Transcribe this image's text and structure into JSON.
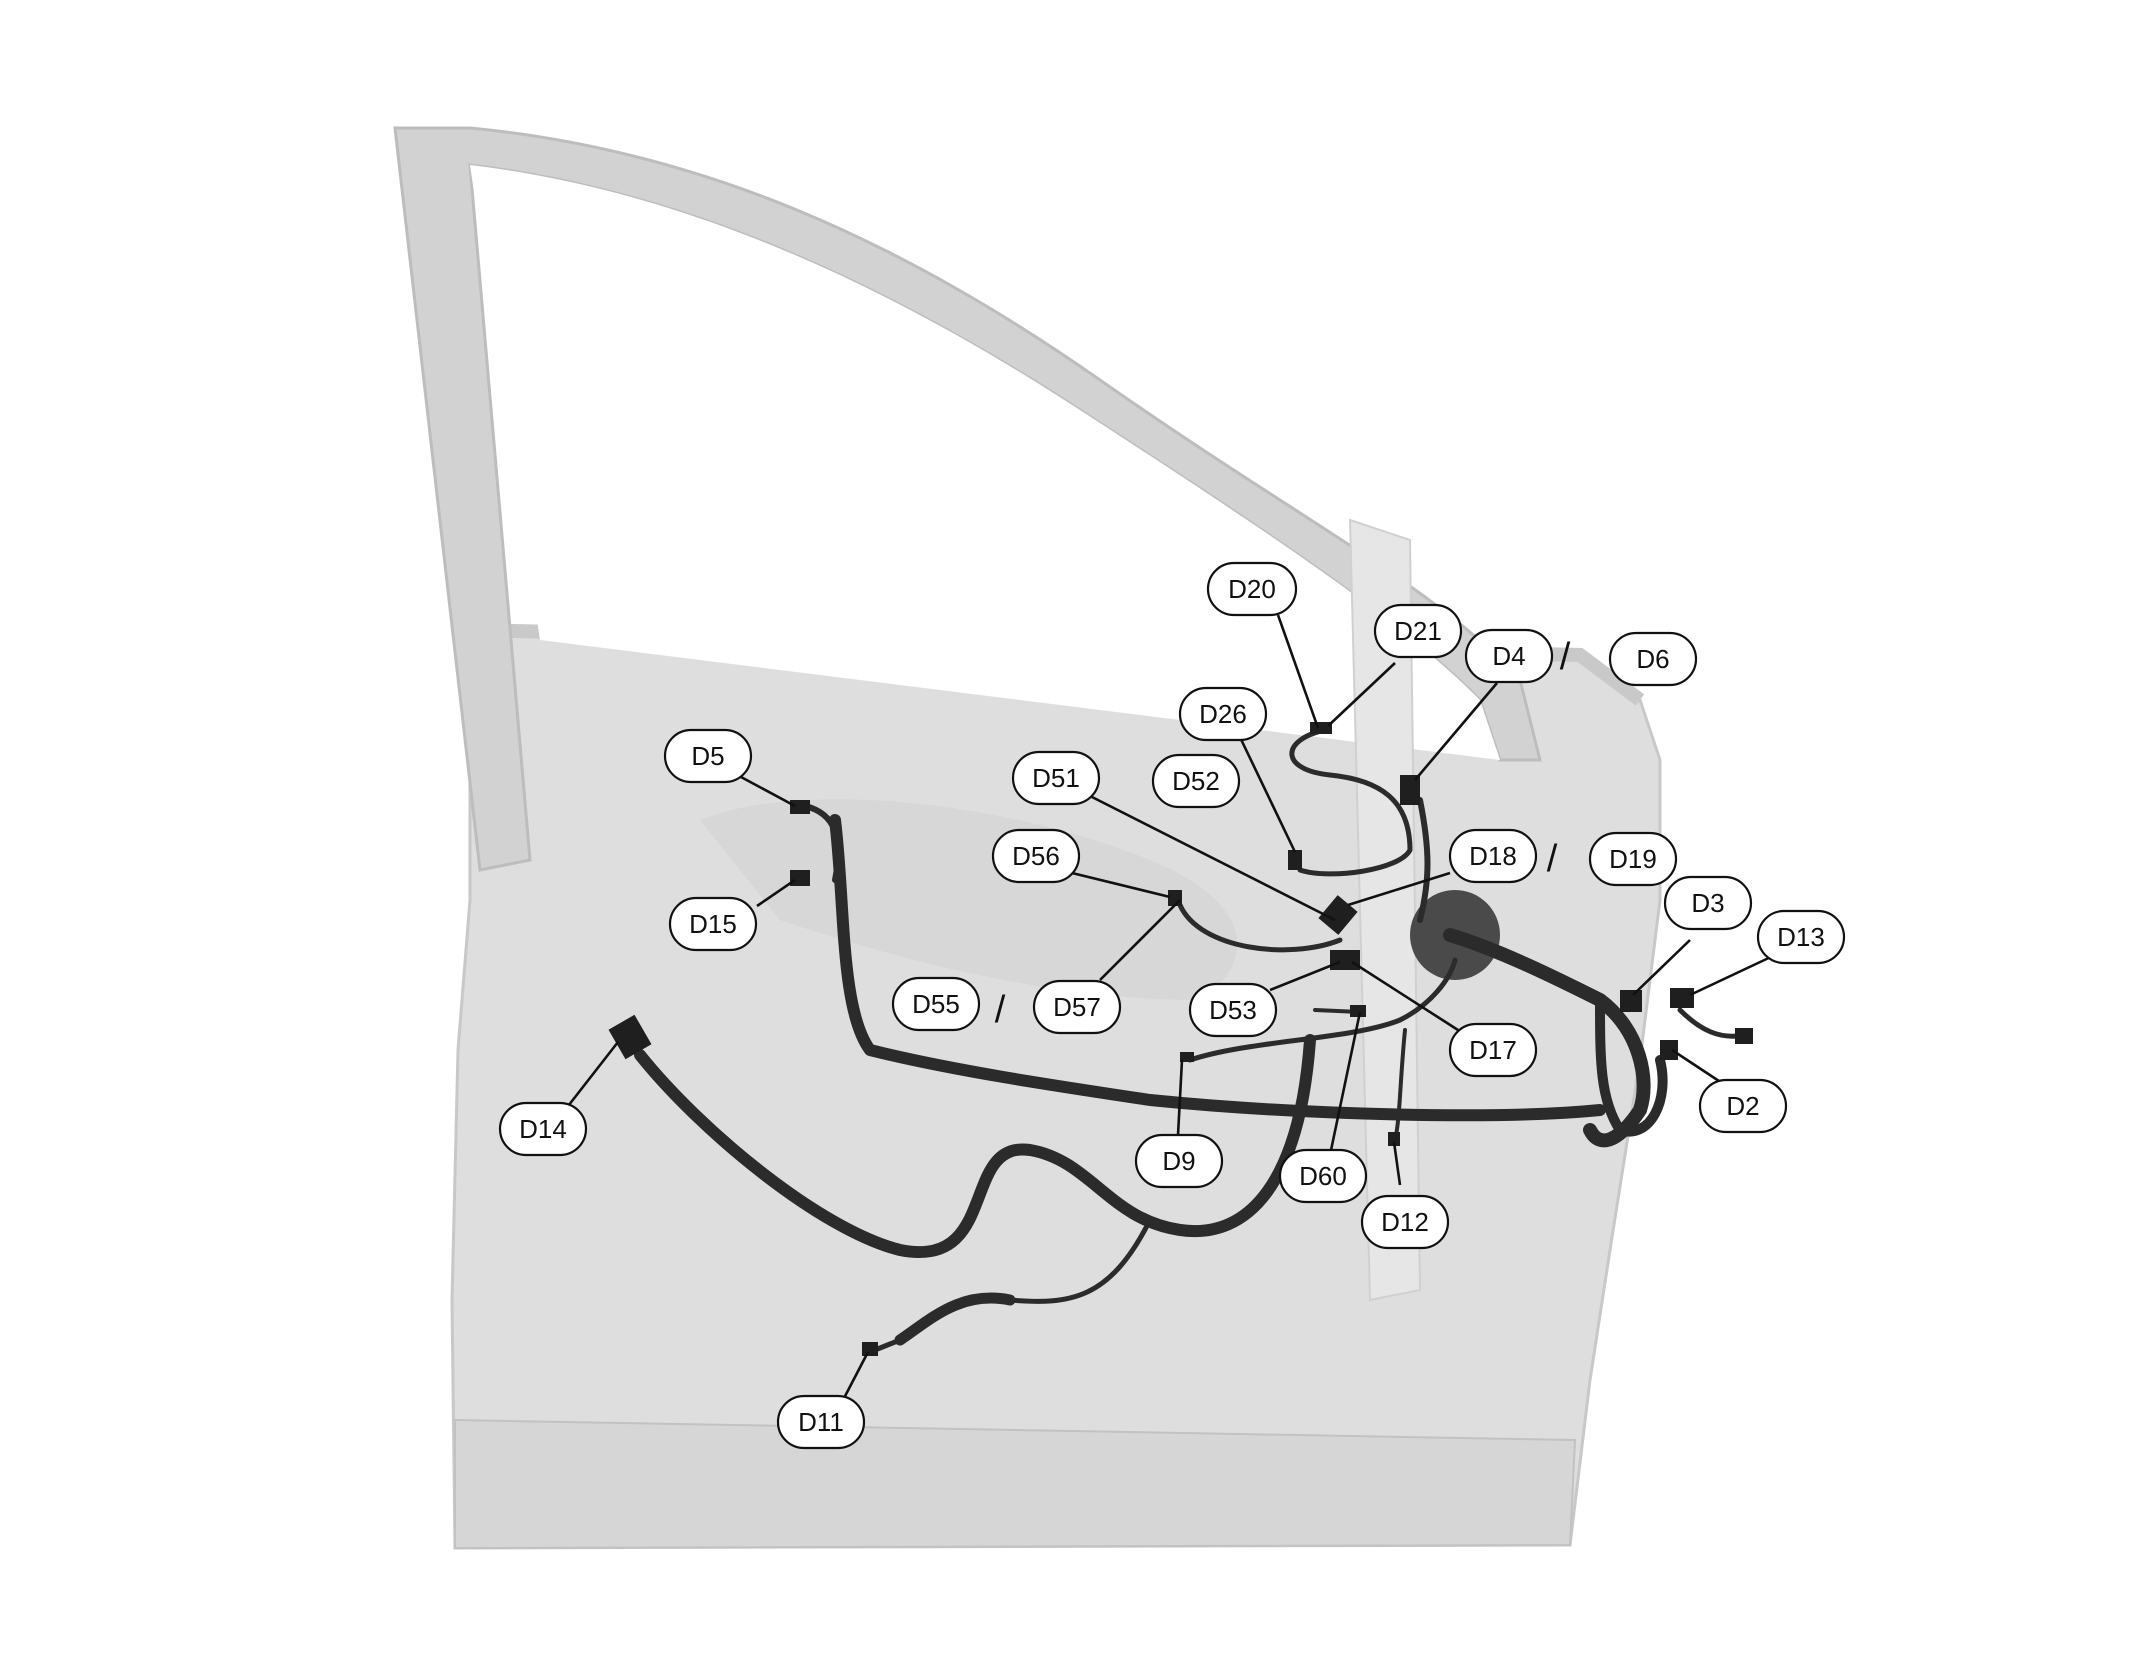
{
  "diagram": {
    "callouts": [
      {
        "id": "d20",
        "label": "D20"
      },
      {
        "id": "d21",
        "label": "D21"
      },
      {
        "id": "d4",
        "label": "D4"
      },
      {
        "id": "d6",
        "label": "D6"
      },
      {
        "id": "d26",
        "label": "D26"
      },
      {
        "id": "d51",
        "label": "D51"
      },
      {
        "id": "d52",
        "label": "D52"
      },
      {
        "id": "d5",
        "label": "D5"
      },
      {
        "id": "d56",
        "label": "D56"
      },
      {
        "id": "d18",
        "label": "D18"
      },
      {
        "id": "d19",
        "label": "D19"
      },
      {
        "id": "d15",
        "label": "D15"
      },
      {
        "id": "d3",
        "label": "D3"
      },
      {
        "id": "d13",
        "label": "D13"
      },
      {
        "id": "d55",
        "label": "D55"
      },
      {
        "id": "d57",
        "label": "D57"
      },
      {
        "id": "d53",
        "label": "D53"
      },
      {
        "id": "d17",
        "label": "D17"
      },
      {
        "id": "d2",
        "label": "D2"
      },
      {
        "id": "d14",
        "label": "D14"
      },
      {
        "id": "d9",
        "label": "D9"
      },
      {
        "id": "d60",
        "label": "D60"
      },
      {
        "id": "d12",
        "label": "D12"
      },
      {
        "id": "d11",
        "label": "D11"
      }
    ],
    "separators": [
      {
        "id": "sep-d4-d6",
        "symbol": "/"
      },
      {
        "id": "sep-d18-d19",
        "symbol": "/"
      },
      {
        "id": "sep-d55-d57",
        "symbol": "/"
      }
    ],
    "colors": {
      "door_fill": "#dcdcdc",
      "door_edge": "#c4c4c4",
      "harness": "#2b2b2b",
      "ink": "#111111"
    }
  }
}
